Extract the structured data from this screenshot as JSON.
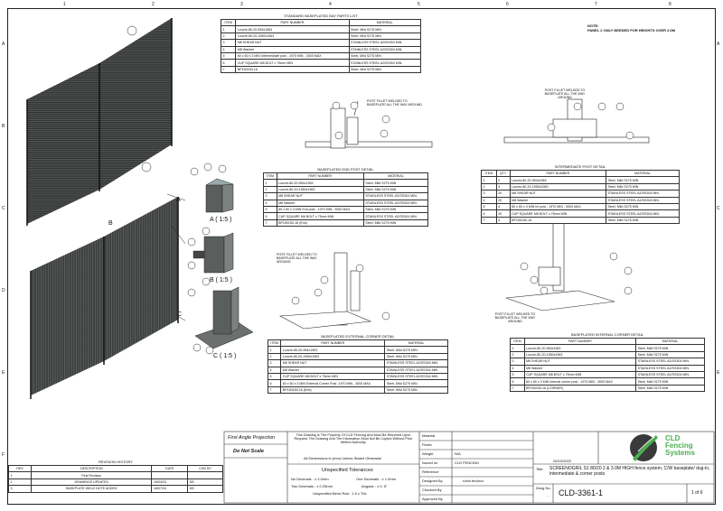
{
  "ruler": {
    "top": [
      "1",
      "2",
      "3",
      "4",
      "5",
      "6",
      "7",
      "8"
    ],
    "side": [
      "A",
      "B",
      "C",
      "D",
      "E",
      "F"
    ]
  },
  "note": {
    "line1": "NOTE:",
    "line2": "PANEL 2 ONLY NEEDED FOR HEIGHTS OVER 2.0M"
  },
  "bay_table": {
    "title": "STANDARD BASEPLATED BAY PARTS LIST",
    "headers": [
      "ITEM",
      "PART NUMBER",
      "MATERIAL"
    ],
    "rows": [
      [
        "1",
        "Louvre-80-20-954x1963",
        "Steel, Mild S275 MIN"
      ],
      [
        "2",
        "Louvre-80-20-1950x1963",
        "Steel, Mild S275 MIN"
      ],
      [
        "3",
        "M8 SHEAR NUT",
        "STAINLESS STEEL A2/SS304 MIN."
      ],
      [
        "4",
        "M8 Washer",
        "STAINLESS STEEL A2/SS304 MIN."
      ],
      [
        "5",
        "60 x 60 x 3 MIN Intermediate post - 1970 MIN - 3000 MAX",
        "Steel, Mild S275 MIN"
      ],
      [
        "6",
        "CUP SQUARE M8 BOLT x 75mm MIN",
        "STAINLESS STEEL A2/SS304 MIN."
      ],
      [
        "7",
        "BP150150-16",
        "Steel, Mild S275 MIN"
      ]
    ]
  },
  "end_table": {
    "title": "BASEPLATED END POST DETAIL",
    "headers": [
      "ITEM",
      "PART NUMBER",
      "MATERIAL"
    ],
    "rows": [
      [
        "1",
        "Louvre-80-20-954x1963",
        "Steel, Mild S275 MIN"
      ],
      [
        "2",
        "Louvre-80-20-1950x1963",
        "Steel, Mild S275 MIN"
      ],
      [
        "3",
        "M8 SHEAR NUT",
        "STAINLESS STEEL A2/SS304 MIN."
      ],
      [
        "4",
        "M8 Washer",
        "STAINLESS STEEL A2/SS304 MIN."
      ],
      [
        "5",
        "60 x 60 x 3 MIN End post - 1970 MIN - 3000 MAX",
        "Steel, Mild S275 MIN"
      ],
      [
        "6",
        "CUP SQUARE M8 BOLT x 75mm MIN",
        "STAINLESS STEEL A2/SS304 MIN."
      ],
      [
        "7",
        "BP150150-16 (End)",
        "Steel, Mild S275 MIN"
      ]
    ]
  },
  "int_table": {
    "title": "INTERMEDIATE POST DETAIL",
    "headers": [
      "ITEM",
      "QTY",
      "PART NUMBER",
      "MATERIAL"
    ],
    "rows": [
      [
        "1",
        "2",
        "Louvre-80-20-954x1963",
        "Steel, Mild S275 MIN"
      ],
      [
        "2",
        "3",
        "Louvre-80-20-1950x1963",
        "Steel, Mild S275 MIN"
      ],
      [
        "3",
        "20",
        "M8 SHEAR NUT",
        "STAINLESS STEEL A2/SS304 MIN."
      ],
      [
        "4",
        "20",
        "M8 Washer",
        "STAINLESS STEEL A2/SS304 MIN."
      ],
      [
        "5",
        "4",
        "60 x 60 x 3 MIN Int post - 1970 MIN - 3000 MAX",
        "Steel, Mild S275 MIN"
      ],
      [
        "6",
        "20",
        "CUP SQUARE M8 BOLT x 75mm MIN",
        "STAINLESS STEEL A2/SS304 MIN."
      ],
      [
        "7",
        "4",
        "BP150150-16",
        "Steel, Mild S275 MIN"
      ]
    ]
  },
  "ext_table": {
    "title": "BASEPLATED EXTERNAL CORNER DETAIL",
    "headers": [
      "ITEM",
      "PART NUMBER",
      "MATERIAL"
    ],
    "rows": [
      [
        "1",
        "Louvre-80-20-954x1963",
        "Steel, Mild S275 MIN"
      ],
      [
        "2",
        "Louvre-80-20-1950x1963",
        "Steel, Mild S275 MIN"
      ],
      [
        "3",
        "M8 SHEAR NUT",
        "STAINLESS STEEL A2/SS304 MIN."
      ],
      [
        "4",
        "M8 Washer",
        "STAINLESS STEEL A2/SS304 MIN."
      ],
      [
        "5",
        "CUP SQUARE M8 BOLT x 75mm MIN",
        "STAINLESS STEEL A2/SS304 MIN."
      ],
      [
        "6",
        "60 x 60 x 3 MIN External Corner Post -1970 MIN - 3000 MAX",
        "Steel, Mild S275 MIN"
      ],
      [
        "7",
        "BP150150-16 (End)",
        "Steel, Mild S275 MIN"
      ]
    ]
  },
  "intc_table": {
    "title": "BASEPLATED INTERNAL CORNER DETAIL",
    "headers": [
      "ITEM",
      "PART NUMBER",
      "MATERIAL"
    ],
    "rows": [
      [
        "1",
        "Louvre-80-20-954x1963",
        "Steel, Mild S275 MIN"
      ],
      [
        "2",
        "Louvre-80-20-1950x1963",
        "Steel, Mild S275 MIN"
      ],
      [
        "3",
        "M8 SHEAR NUT",
        "STAINLESS STEEL A2/SS304 MIN."
      ],
      [
        "4",
        "M8 Washer",
        "STAINLESS STEEL A2/SS304 MIN."
      ],
      [
        "5",
        "CUP SQUARE M8 BOLT x 75mm MIN",
        "STAINLESS STEEL A2/SS304 MIN."
      ],
      [
        "6",
        "60 x 60 x 3 MIN Internal corner post - 1970 MIN - 3000 MAX",
        "Steel, Mild S275 MIN"
      ],
      [
        "7",
        "BP150150-16 (CORNER)",
        "Steel, Mild S275 MIN"
      ]
    ]
  },
  "weld_notes": {
    "bay": "POST FILLET WELDED TO BASEPLATE ALL THE WAY AROUND",
    "int": "POST FILLET WELDED TO BASEPLATE ALL THE WAY AROUND",
    "ext": "POST FILLET WELDED TO BASEPLATE ALL THE WAY AROUND",
    "intc": "POST FILLET WELDED TO BASEPLATE ALL THE WAY AROUND"
  },
  "views": {
    "a": "A",
    "b": "B",
    "c": "C",
    "a_scale": "A ( 1:5 )",
    "b_scale": "B ( 1:5 )",
    "c_scale": "C ( 1:5 )"
  },
  "revision": {
    "title": "REVISION HISTORY",
    "headers": [
      "REV",
      "DESCRIPTION",
      "DATE",
      "CHD BY"
    ],
    "rows": [
      [
        "1",
        "First Revision",
        "",
        ""
      ],
      [
        "2",
        "DRAWINGS UPDATED",
        "15/04/24",
        "DB"
      ],
      [
        "3",
        "BASEPLATE WELD NOTE ADDED",
        "18/07/24",
        "DB"
      ]
    ]
  },
  "projection": "First Angle Projection",
  "do_not_scale": "Do Not Scale",
  "copyright": "This Drawing Is The Property Of CLD Fencing And Must Be Returned Upon Request. The Drawing And The Information Must Not Be Copied Without Prior Written Authority.",
  "dims_note": "All Dimensions in (mm) Unless Stated Otherwise",
  "tolerances": {
    "title": "Unspecified Tolerances",
    "no_dec": "No Decimals : ± 2.0mm",
    "one_dec": "One Decimals : ± 1.0mm",
    "two_dec": "Two Decimals : ± 0.25mm",
    "angular": "Angular : ± 0. 5°",
    "bend": "Unspecified Bend Rad : 1.5 x Thk"
  },
  "fields": {
    "material": "Material",
    "finish": "Finish",
    "weight": "Weight",
    "weight_val": "N/A",
    "issued": "Issued on",
    "issued_val": "CLD FENCING",
    "reference": "Reference",
    "designed": "Designed By",
    "designed_val": "robin.fedorov",
    "checked": "Checked By",
    "approved": "Approved By"
  },
  "date": "26/10/2022",
  "logo": {
    "line1": "CLD",
    "line2": "Fencing",
    "line3": "Systems"
  },
  "title": {
    "label": "Title:",
    "text": "SCREENOGRIL S1 80/20 2 & 3.0M HIGH fence system, C/W baseplate/ dug-in, intermediate & corner posts"
  },
  "drg": {
    "label": "Drwg No.",
    "number": "CLD-3361-1",
    "sheet": "1 of 6",
    "dot": "-"
  },
  "colors": {
    "line": "#222222",
    "panel": "#3a3d3b",
    "logo_green": "#4caf50"
  }
}
